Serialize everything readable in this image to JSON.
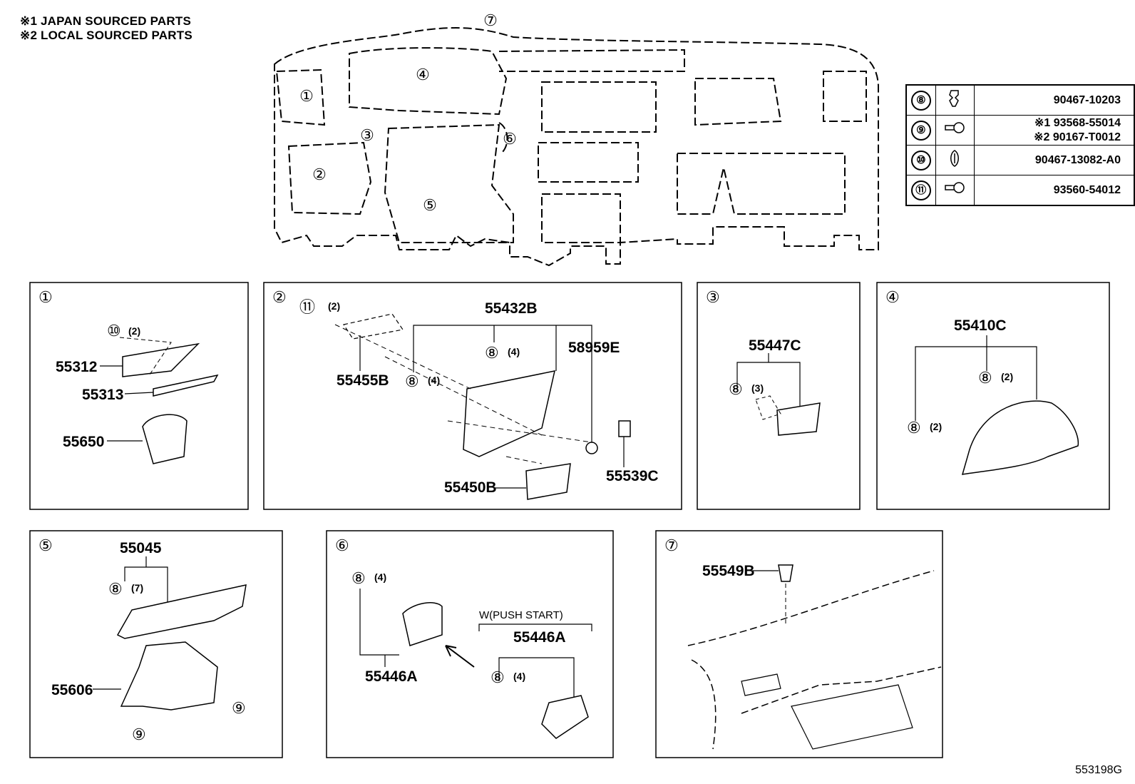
{
  "notes": {
    "note1": "※1 JAPAN SOURCED PARTS",
    "note2": "※2 LOCAL SOURCED PARTS"
  },
  "dash_refs": [
    "①",
    "②",
    "③",
    "④",
    "⑤",
    "⑥",
    "⑦"
  ],
  "parts_table": [
    {
      "ref": "⑧",
      "icon": "clip-icon",
      "pn": [
        "90467-10203"
      ]
    },
    {
      "ref": "⑨",
      "icon": "screw-icon",
      "pn": [
        "※1 93568-55014",
        "※2 90167-T0012"
      ]
    },
    {
      "ref": "⑩",
      "icon": "clip-icon",
      "pn": [
        "90467-13082-A0"
      ]
    },
    {
      "ref": "⑪",
      "icon": "screw-icon",
      "pn": [
        "93560-54012"
      ]
    }
  ],
  "panel1": {
    "ref": "①",
    "qty10": "(2)",
    "c10": "⑩",
    "parts": [
      "55312",
      "55313",
      "55650"
    ]
  },
  "panel2": {
    "ref": "②",
    "c11": "⑪",
    "qty11": "(2)",
    "c8a": "⑧",
    "qty8a": "(4)",
    "c8b": "⑧",
    "qty8b": "(4)",
    "parts": [
      "55432B",
      "58959E",
      "55455B",
      "55450B",
      "55539C"
    ]
  },
  "panel3": {
    "ref": "③",
    "c8": "⑧",
    "qty8": "(3)",
    "parts": [
      "55447C"
    ]
  },
  "panel4": {
    "ref": "④",
    "c8a": "⑧",
    "qty8a": "(2)",
    "c8b": "⑧",
    "qty8b": "(2)",
    "parts": [
      "55410C"
    ]
  },
  "panel5": {
    "ref": "⑤",
    "c8": "⑧",
    "qty8": "(7)",
    "c9a": "⑨",
    "c9b": "⑨",
    "parts": [
      "55045",
      "55606"
    ]
  },
  "panel6": {
    "ref": "⑥",
    "c8a": "⑧",
    "qty8a": "(4)",
    "c8b": "⑧",
    "qty8b": "(4)",
    "variant": "W(PUSH START)",
    "parts": [
      "55446A",
      "55446A"
    ]
  },
  "panel7": {
    "ref": "⑦",
    "parts": [
      "55549B"
    ]
  },
  "illustration_id": "553198G"
}
